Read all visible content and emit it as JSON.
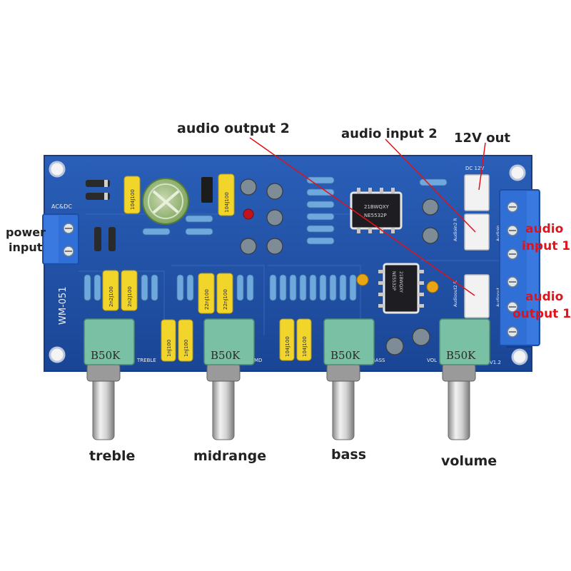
{
  "callouts": {
    "audio_output_2": "audio output 2",
    "audio_input_2": "audio input 2",
    "twelve_v_out": "12V out",
    "power_input_line1": "power",
    "power_input_line2": "input",
    "audio_input_1_line1": "audio",
    "audio_input_1_line2": "input 1",
    "audio_output_1_line1": "audio",
    "audio_output_1_line2": "output 1",
    "treble": "treble",
    "midrange": "midrange",
    "bass": "bass",
    "volume": "volume"
  },
  "silkscreen": {
    "board_id": "WM-051",
    "power_label": "AC&DC",
    "dc_label": "DC  12V",
    "treble": "TREBLE",
    "md": "MD",
    "bass": "BASS",
    "vol": "VOL",
    "version": "V1.2",
    "in2_label": "Audioin2 R",
    "out2_label": "Audioout2 R",
    "in_label": "Audioin",
    "out_label": "Audioout"
  },
  "chips": [
    {
      "line1": "21BWQXY",
      "line2": "NE5532P"
    },
    {
      "line1": "21BWQXY",
      "line2": "NE5532P"
    }
  ],
  "pots": [
    "B50K",
    "B50K",
    "B50K",
    "B50K"
  ],
  "capacitors": [
    "104J100",
    "104J100",
    "2n2J100",
    "2n2J100",
    "22nJ100",
    "22nJ100",
    "1nJ100",
    "1nJ100",
    "104J100",
    "104J100"
  ],
  "colors": {
    "board": "#1f4fa6",
    "terminal": "#2f6fd6",
    "callout_red": "#e0121a",
    "leader_line": "#e0121a",
    "pot_knob": "#79c0a4",
    "yellow_cap": "#f2d52a"
  }
}
